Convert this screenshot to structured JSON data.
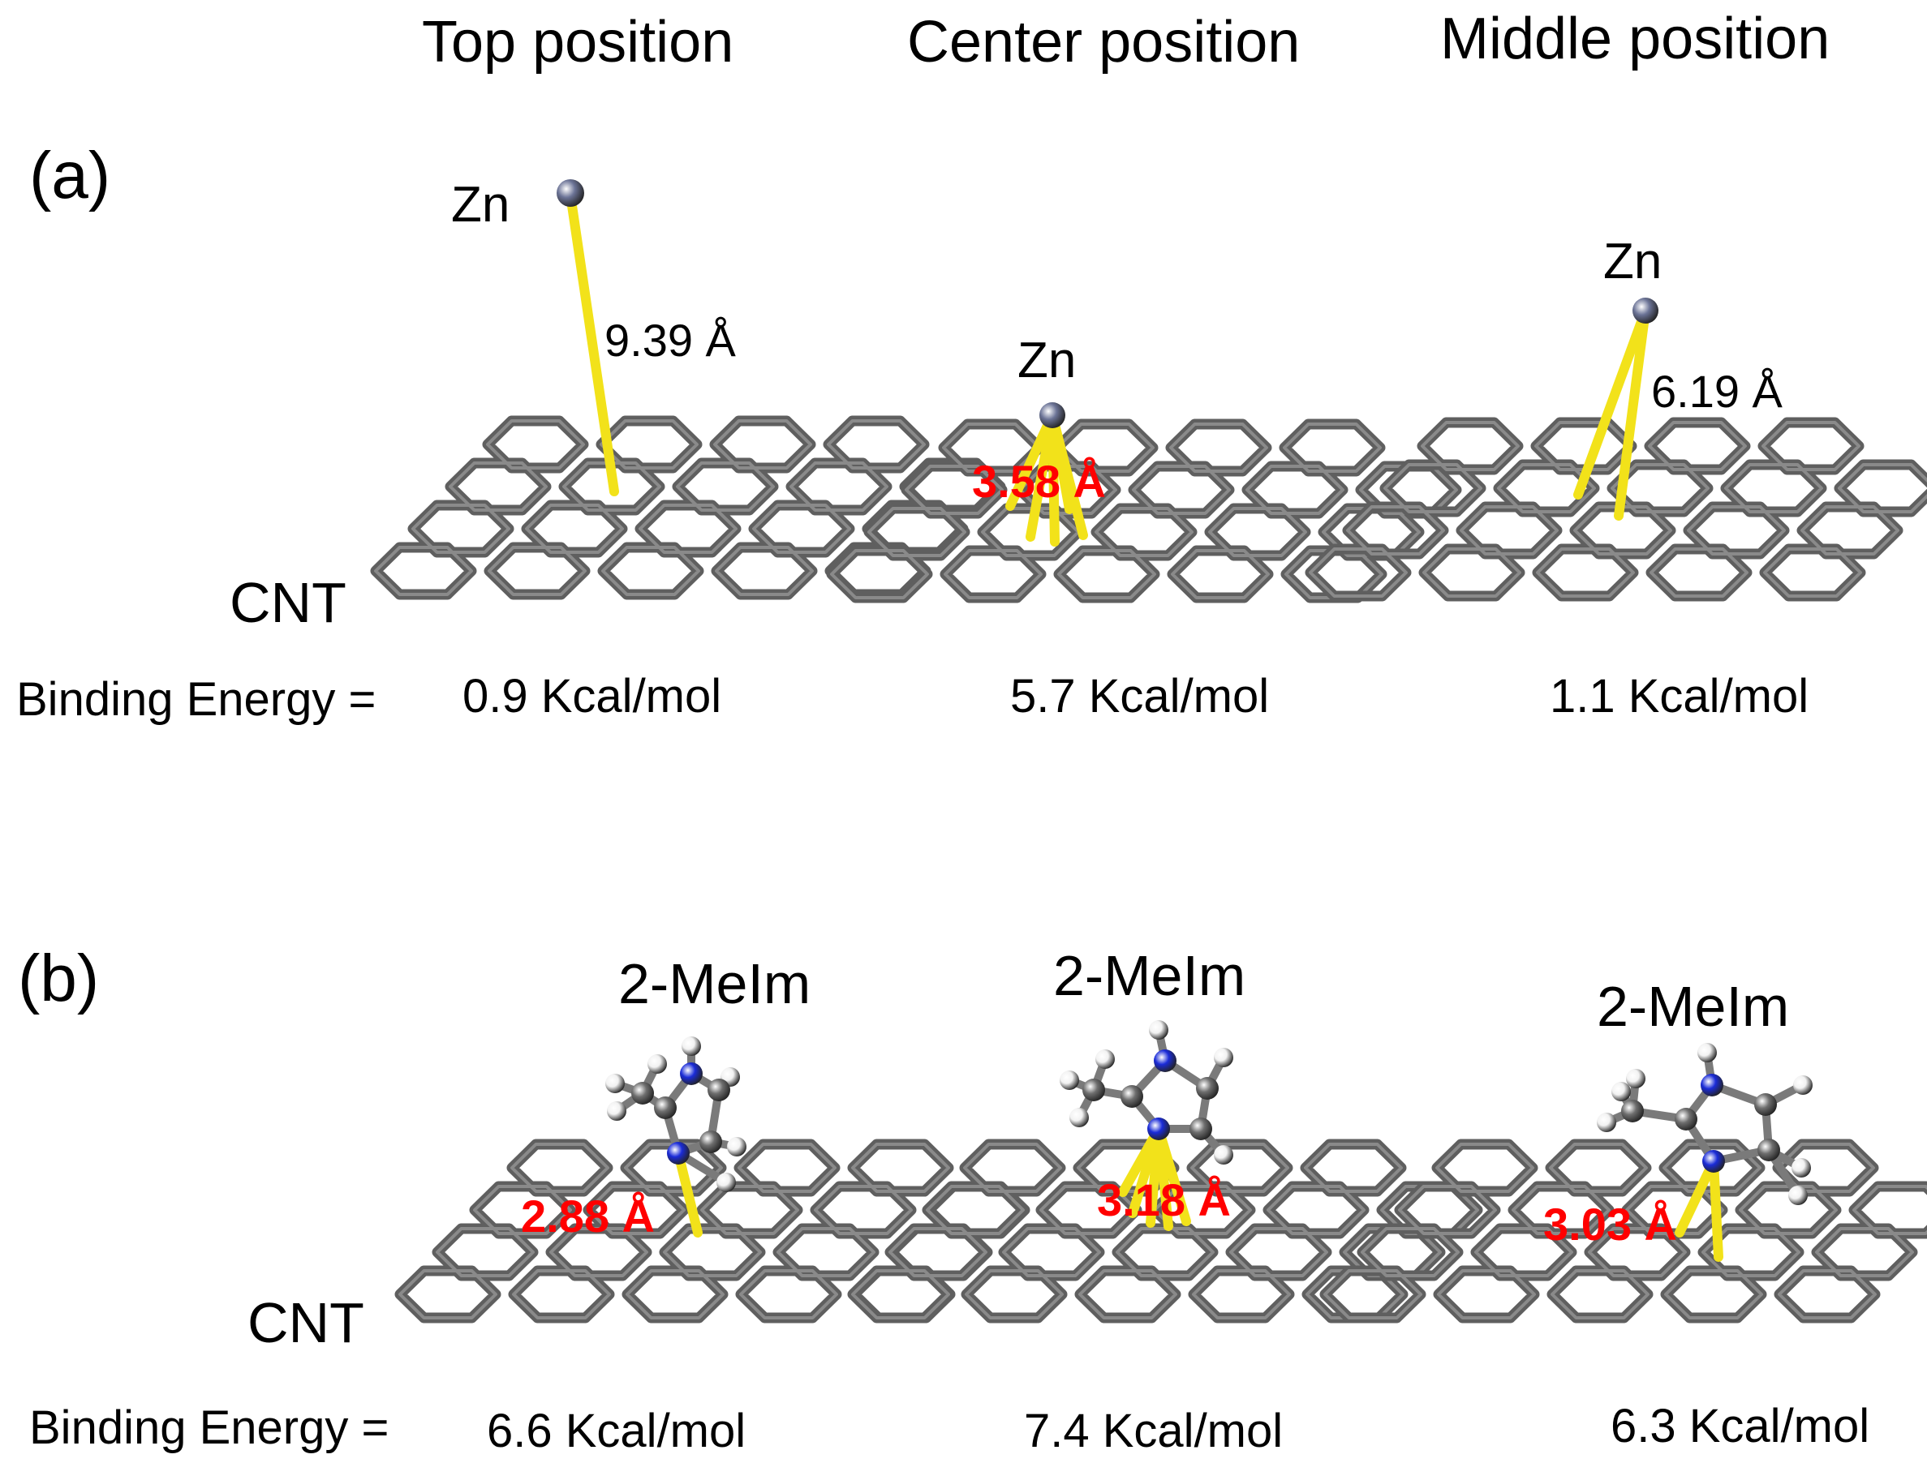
{
  "columns": {
    "top": "Top position",
    "center": "Center position",
    "middle": "Middle position"
  },
  "panels": {
    "a": {
      "label": "(a)",
      "atom": "Zn",
      "substrate": "CNT",
      "energy_prefix": "Binding Energy =",
      "top": {
        "distance": "9.39 Å",
        "energy": "0.9 Kcal/mol"
      },
      "center": {
        "distance": "3.58 Å",
        "energy": "5.7 Kcal/mol"
      },
      "middle": {
        "distance": "6.19 Å",
        "energy": "1.1 Kcal/mol"
      }
    },
    "b": {
      "label": "(b)",
      "molecule": "2-MeIm",
      "substrate": "CNT",
      "energy_prefix": "Binding Energy =",
      "top": {
        "distance": "2.88 Å",
        "energy": "6.6 Kcal/mol"
      },
      "center": {
        "distance": "3.18 Å",
        "energy": "7.4 Kcal/mol"
      },
      "middle": {
        "distance": "3.03 Å",
        "energy": "6.3 Kcal/mol"
      }
    }
  },
  "colors": {
    "lattice": "#5f5f5f",
    "bond_highlight": "#f2e21a",
    "zinc_atom": "#6b7396",
    "carbon_atom": "#6e6e6e",
    "nitrogen_atom": "#1a2bd8",
    "hydrogen_atom": "#f2f2f2",
    "distance_label": "#ff0000"
  }
}
